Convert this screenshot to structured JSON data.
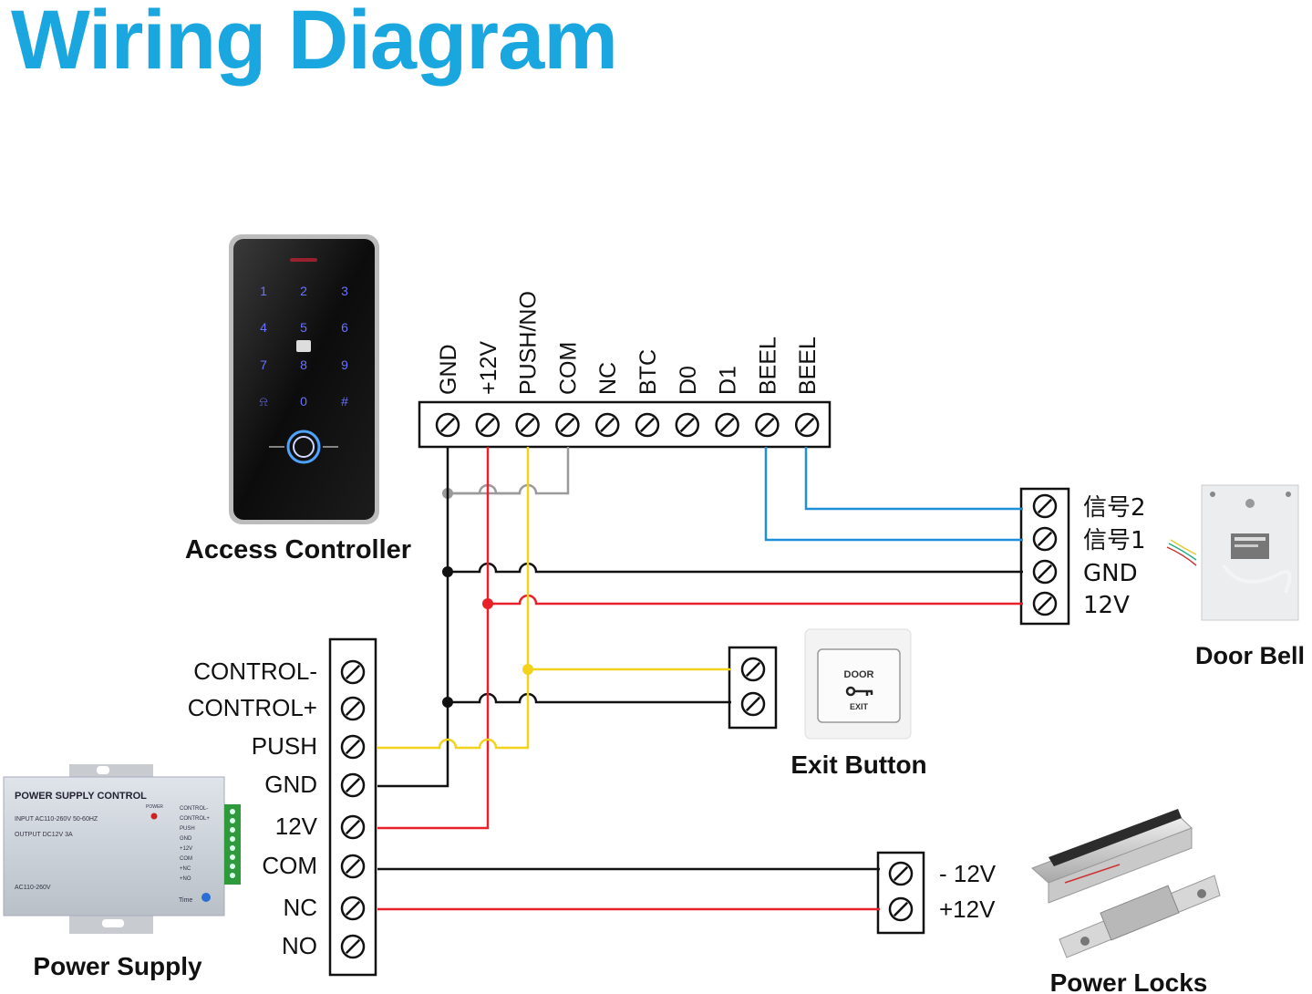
{
  "title": "Wiring Diagram",
  "controller": {
    "label": "Access Controller",
    "keys": [
      "1",
      "2",
      "3",
      "4",
      "5",
      "6",
      "7",
      "8",
      "9",
      "⍾",
      "0",
      "#"
    ],
    "terminals": [
      "GND",
      "+12V",
      "PUSH/NO",
      "COM",
      "NC",
      "BTC",
      "D0",
      "D1",
      "BEEL",
      "BEEL"
    ]
  },
  "power_supply": {
    "label": "Power Supply",
    "terminals": [
      "CONTROL-",
      "CONTROL+",
      "PUSH",
      "GND",
      "12V",
      "COM",
      "NC",
      "NO"
    ],
    "device_text": {
      "brand": "POWER SUPPLY CONTROL",
      "input": "INPUT AC110-260V 50-60HZ",
      "output": "OUTPUT DC12V 3A",
      "ac": "AC110-260V",
      "power": "POWER",
      "time": "Time",
      "pins": [
        "CONTROL-",
        "CONTROL+",
        "PUSH",
        "GND",
        "+12V",
        "COM",
        "+NC",
        "+NO"
      ]
    }
  },
  "door_bell": {
    "label": "Door Bell",
    "terminals": [
      "信号2",
      "信号1",
      "GND",
      "12V"
    ]
  },
  "exit_button": {
    "label": "Exit Button",
    "face_top": "DOOR",
    "face_bottom": "EXIT"
  },
  "power_locks": {
    "label": "Power Locks",
    "terminals": [
      "- 12V",
      "+12V"
    ]
  },
  "colors": {
    "title": "#1aa7e0",
    "black_wire": "#111111",
    "red_wire": "#e8202a",
    "yellow_wire": "#f2d21b",
    "blue_wire": "#1e8fd8",
    "gray_wire": "#9a9a9a"
  }
}
